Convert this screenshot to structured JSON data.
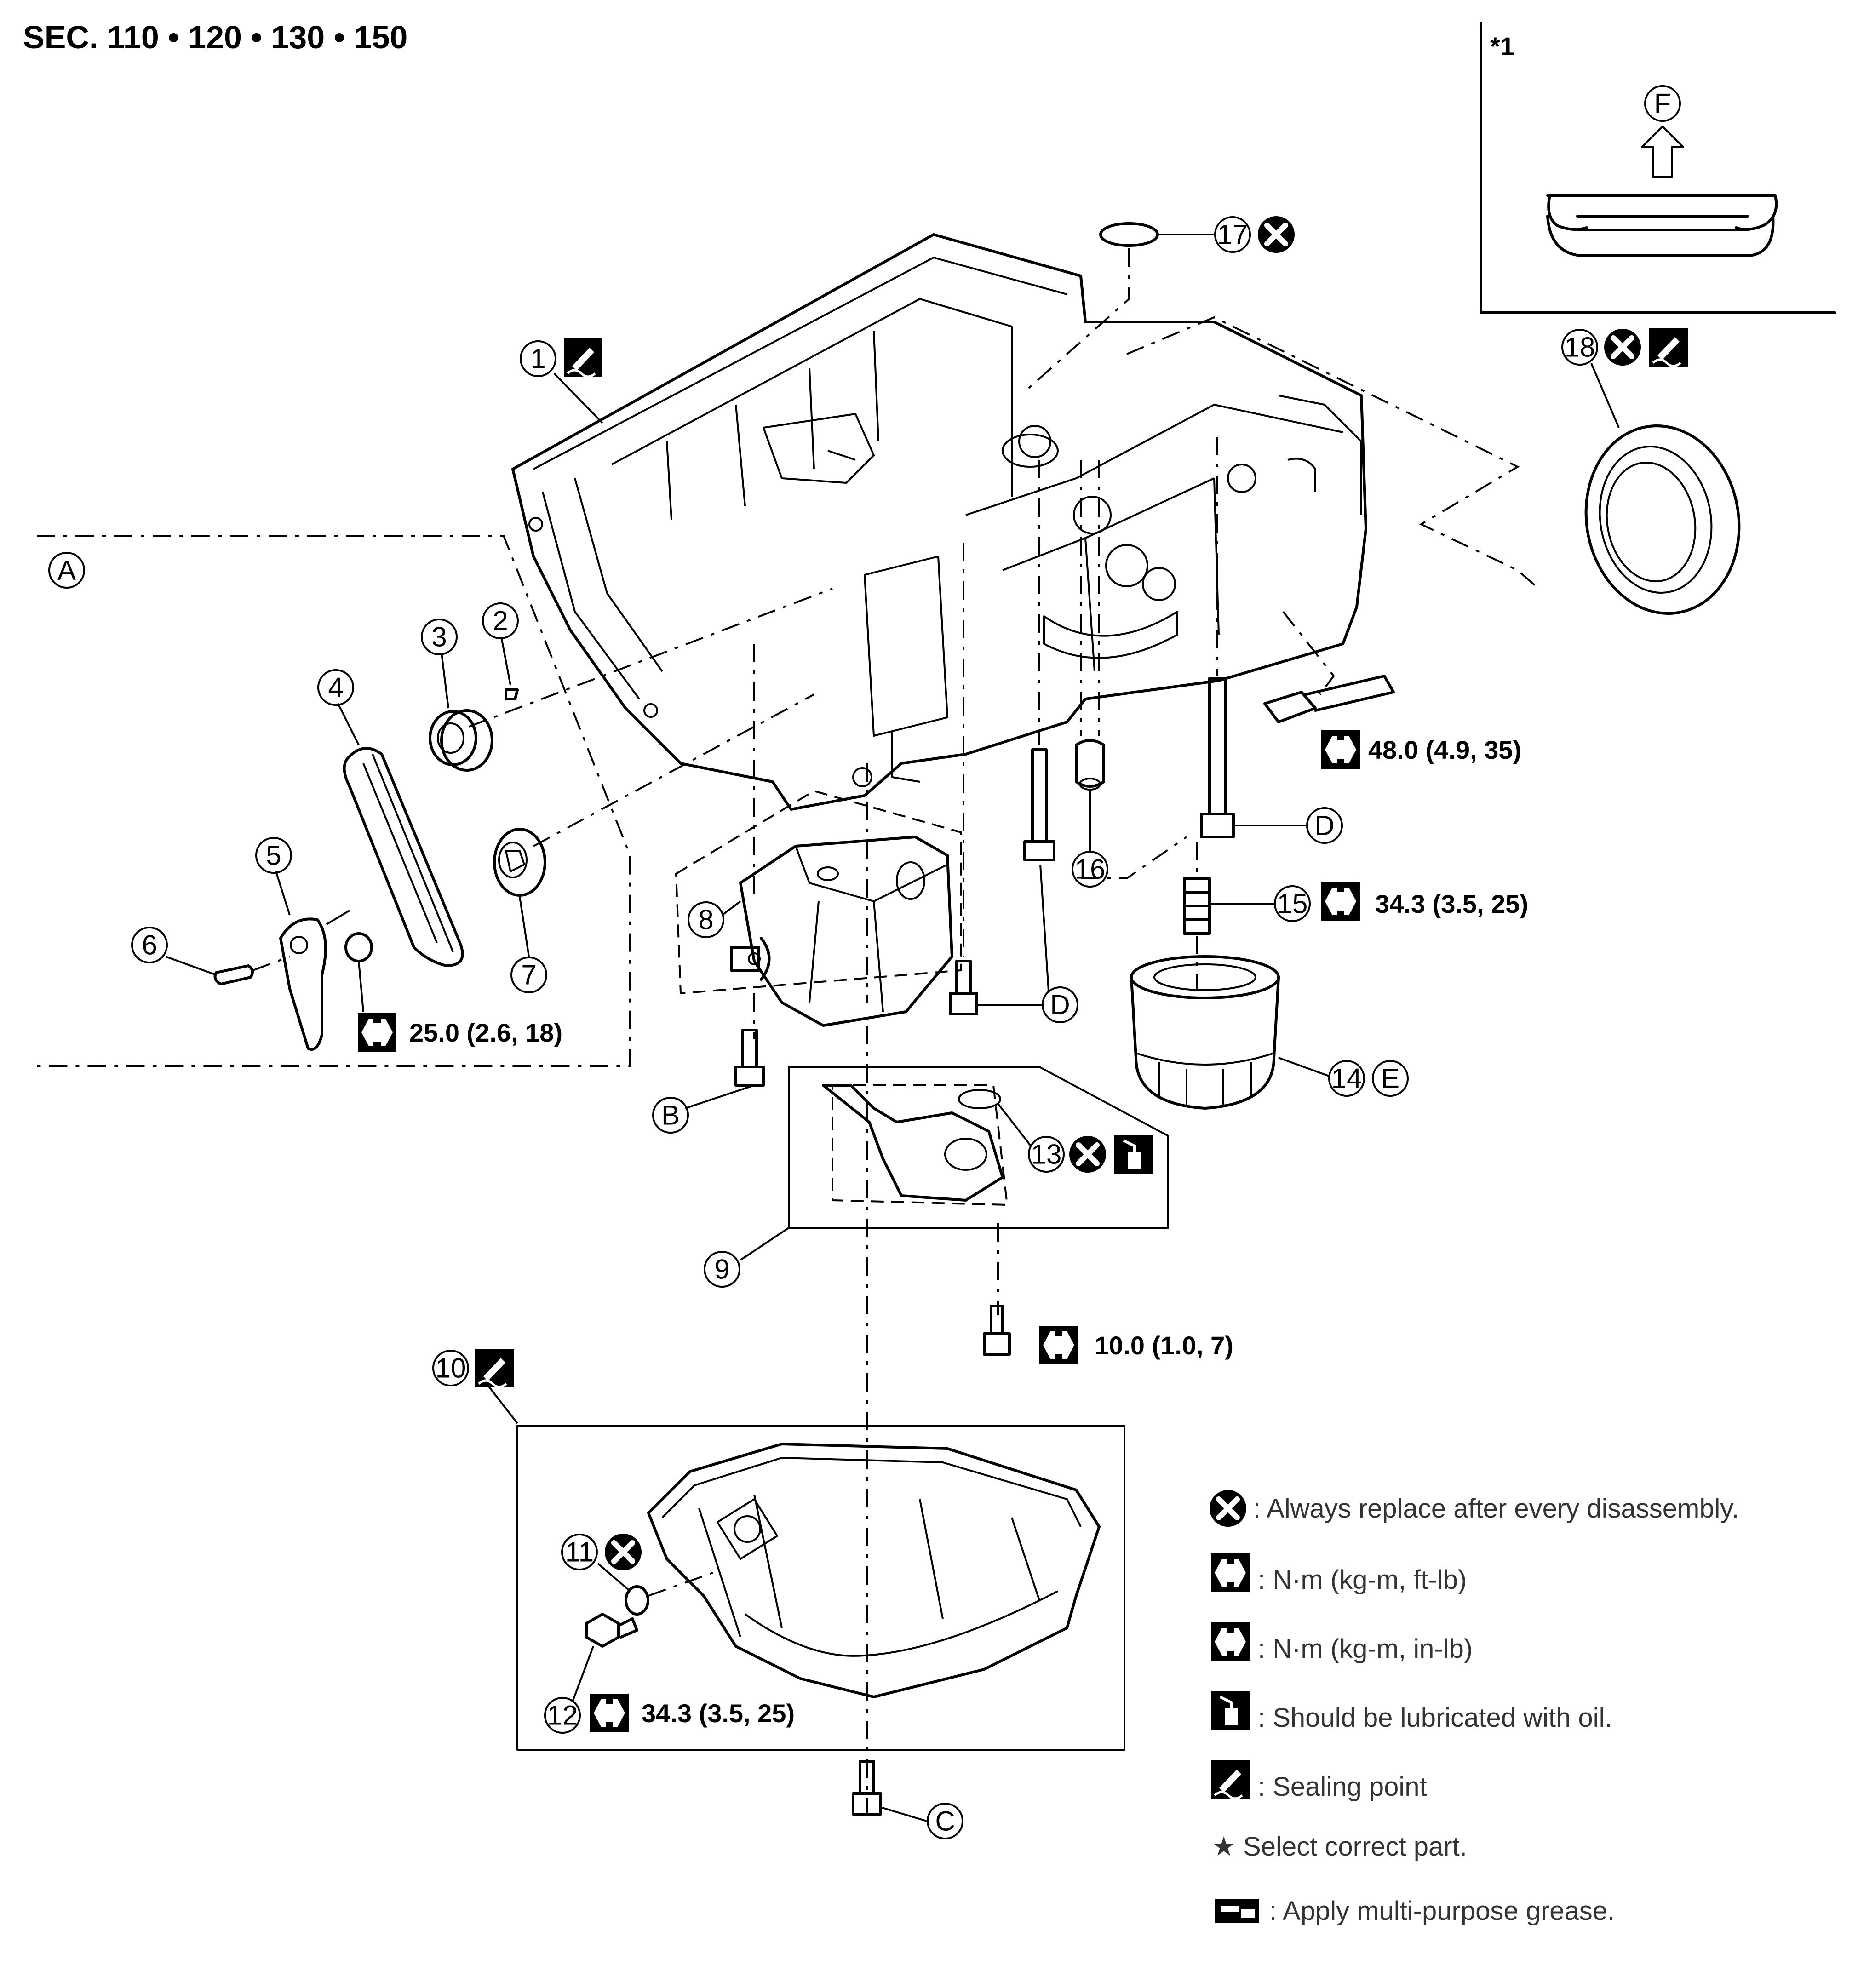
{
  "section_title": "SEC. 110 • 120 • 130 • 150",
  "inset_label": "*1",
  "letters": {
    "A": "A",
    "B": "B",
    "C": "C",
    "D1": "D",
    "D2": "D",
    "E": "E",
    "F": "F"
  },
  "parts": [
    "1",
    "2",
    "3",
    "4",
    "5",
    "6",
    "7",
    "8",
    "9",
    "10",
    "11",
    "12",
    "13",
    "14",
    "15",
    "16",
    "17",
    "18"
  ],
  "torques": {
    "t48": "48.0 (4.9, 35)",
    "t343_15": "34.3 (3.5, 25)",
    "t25": "25.0 (2.6, 18)",
    "t10": "10.0 (1.0, 7)",
    "t343_12": "34.3 (3.5, 25)"
  },
  "legend": {
    "replace": ": Always replace after every disassembly.",
    "torque_ftlb": ": N·m (kg-m, ft-lb)",
    "torque_inlb": ": N·m (kg-m, in-lb)",
    "lubricate": ": Should be lubricated with oil.",
    "sealing": ": Sealing point",
    "select": "★ Select correct part.",
    "grease": ": Apply multi-purpose grease."
  },
  "icons": [
    "always-replace-icon",
    "torque-wrench-icon",
    "oil-can-icon",
    "sealing-point-icon",
    "grease-icon"
  ]
}
